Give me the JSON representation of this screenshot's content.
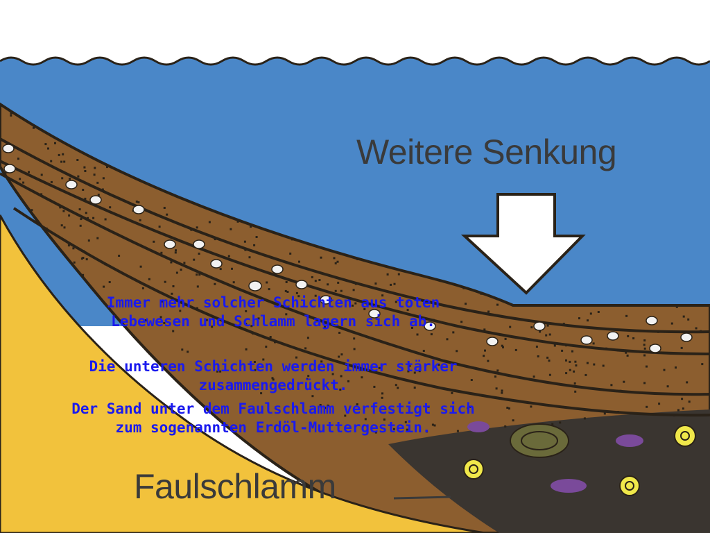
{
  "diagram": {
    "title": "Weitere Senkung",
    "layer_label": "Faulschlamm",
    "captions": [
      {
        "lines": [
          "Immer mehr solcher Schichten aus toten",
          "Lebewesen und Schlamm lagern sich ab."
        ]
      },
      {
        "lines": [
          "Die unteren Schichten werden immer stärker",
          "zusammengedrückt."
        ]
      },
      {
        "lines": [
          "Der Sand unter dem Faulschlamm verfestigt sich",
          "zum sogenannten Erdöl-Muttergestein."
        ]
      }
    ],
    "colors": {
      "water": "#4a87c8",
      "sand": "#f2c23c",
      "sediment": "#8c5e2f",
      "outline": "#2a2218",
      "arrow": "#ffffff",
      "caption_text": "#1a1aee",
      "label_text": "#3a3a3a",
      "mud_purple": "#7a4a9a",
      "fossil_yellow": "#f0e84a"
    },
    "icons": [
      "down-arrow-icon",
      "fossil-shell-icon",
      "oil-droplet-icon"
    ]
  }
}
